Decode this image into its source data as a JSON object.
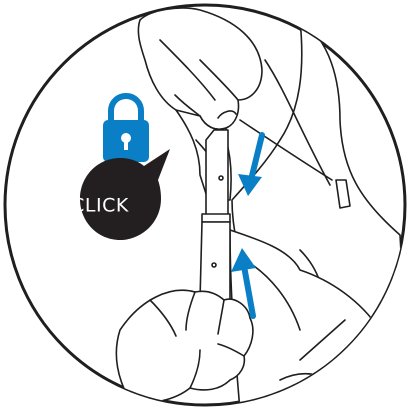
{
  "illustration": {
    "click_badge": {
      "label": "CLICK",
      "fill": "#231f20",
      "text_color": "#ffffff"
    },
    "lock_icon": {
      "name": "padlock-icon",
      "color": "#0a7fc6"
    },
    "arrows": {
      "color": "#0a7fc6",
      "items": [
        {
          "name": "arrow-down-icon",
          "direction": "down"
        },
        {
          "name": "arrow-up-icon",
          "direction": "up"
        }
      ]
    },
    "line_color": "#1f1f1f",
    "frame_color": "#1f1f1f"
  }
}
